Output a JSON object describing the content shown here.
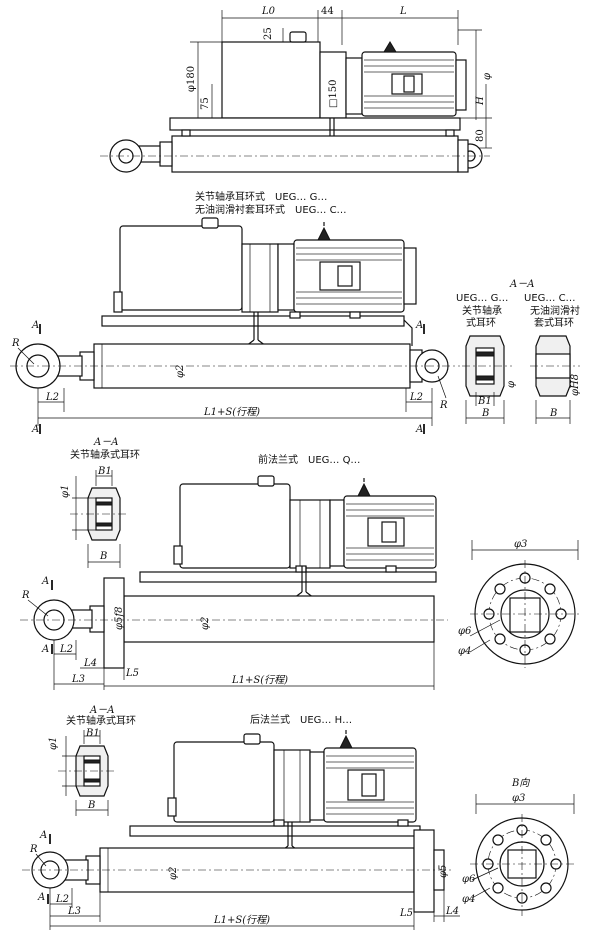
{
  "view1": {
    "dims": {
      "L0": "L0",
      "d44": "44",
      "L": "L",
      "d25": "25",
      "phi180": "φ180",
      "d75": "75",
      "sq150": "□150",
      "phi": "φ",
      "H": "H",
      "d80": "80"
    }
  },
  "view2": {
    "caption1": "关节轴承耳环式　UEG… G…",
    "caption2": "无油润滑衬套耳环式　UEG… C…",
    "labels": {
      "A": "A",
      "R": "R",
      "L2": "L2",
      "phi2": "φ2",
      "L1S": "L1+S(行程)"
    }
  },
  "sectionAA1": {
    "title": "A－A",
    "left_code": "UEG… G…",
    "right_code": "UEG… C…",
    "left_name1": "关节轴承",
    "left_name2": "式耳环",
    "right_name1": "无油润滑衬",
    "right_name2": "套式耳环",
    "B1": "B1",
    "B": "B",
    "phi": "φ",
    "phiH8": "φH8"
  },
  "view3": {
    "caption": "前法兰式　UEG… Q…",
    "section_title": "A－A",
    "section_name": "关节轴承式耳环",
    "labels": {
      "B1": "B1",
      "phi1": "φ1",
      "B": "B",
      "R": "R",
      "A": "A",
      "phi5f8": "φ5f8",
      "phi2": "φ2",
      "L2": "L2",
      "L4": "L4",
      "L5": "L5",
      "L3": "L3",
      "L1S": "L1+S(行程)",
      "phi3": "φ3",
      "phi6": "φ6",
      "phi4": "φ4"
    }
  },
  "view4": {
    "caption": "后法兰式　UEG… H…",
    "section_title": "A－A",
    "section_name": "关节轴承式耳环",
    "bview": "B向",
    "labels": {
      "B1": "B1",
      "phi1": "φ1",
      "B": "B",
      "R": "R",
      "A": "A",
      "phi2": "φ2",
      "phi5": "φ5",
      "L2": "L2",
      "L3": "L3",
      "L5": "L5",
      "L4": "L4",
      "L1S": "L1+S(行程)",
      "phi3": "φ3",
      "phi6": "φ6",
      "phi4": "φ4"
    }
  }
}
